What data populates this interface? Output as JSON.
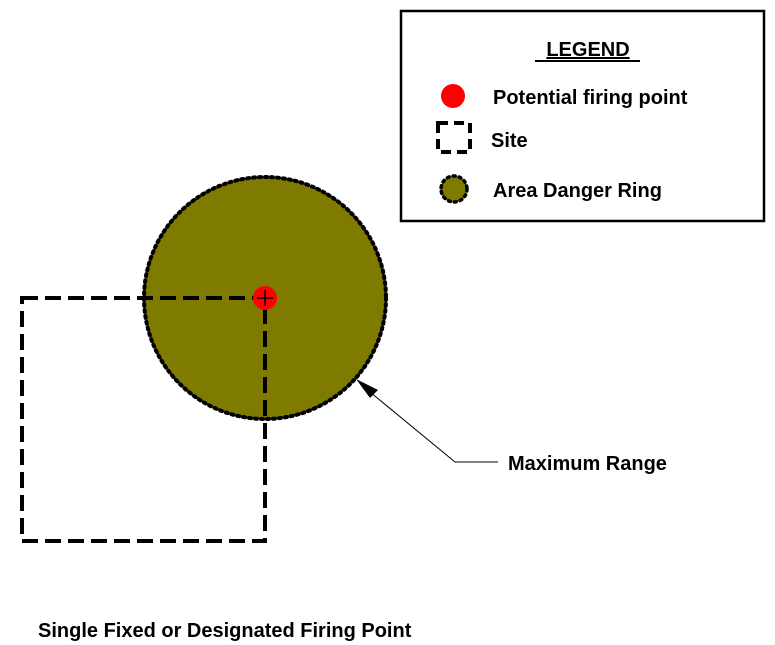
{
  "legend": {
    "title": "LEGEND",
    "items": [
      {
        "label": "Potential firing point",
        "icon": "red-dot-icon"
      },
      {
        "label": "Site",
        "icon": "dashed-square-icon"
      },
      {
        "label": "Area Danger Ring",
        "icon": "dotted-circle-icon"
      }
    ]
  },
  "annotation": {
    "label": "Maximum Range"
  },
  "caption": "Single Fixed or Designated Firing Point",
  "colors": {
    "danger_ring": "#7f7a00",
    "firing_point": "#ff0000",
    "line": "#000000"
  }
}
